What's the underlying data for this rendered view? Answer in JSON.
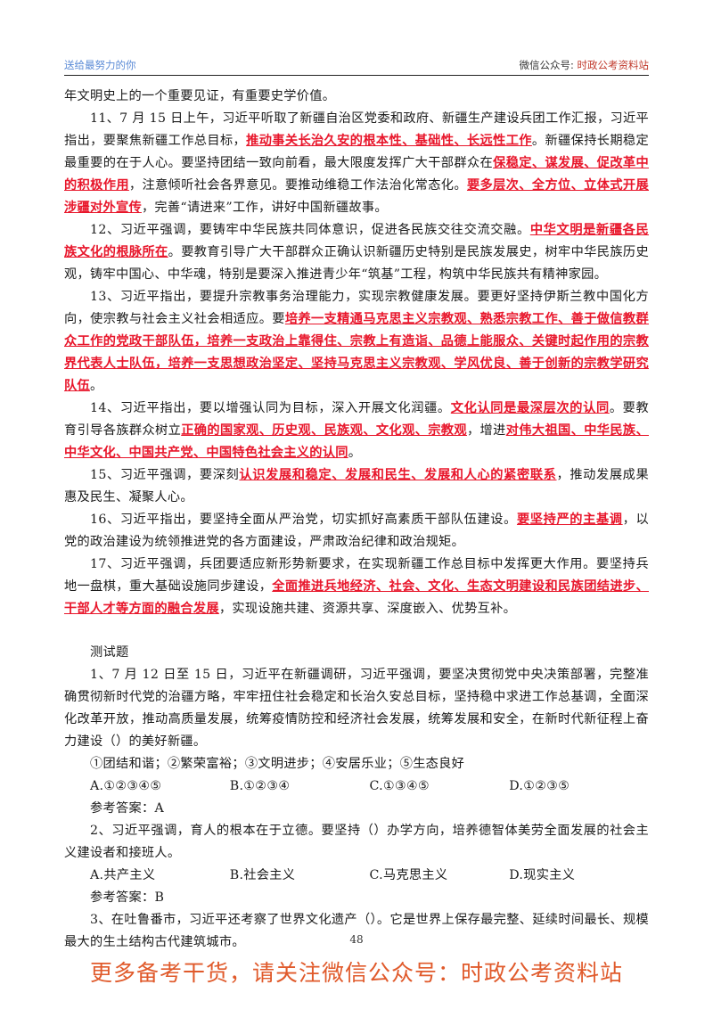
{
  "header": {
    "left": "送给最努力的你",
    "right_prefix": "微信公众号: ",
    "right_name": "时政公考资料站"
  },
  "paras": {
    "p0": "年文明史上的一个重要见证，有重要史学价值。",
    "p11": [
      "11、7 月 15 日上午，习近平听取了新疆自治区党委和政府、新疆生产建设兵团工作汇报，习近平指出，要聚焦新疆工作总目标，",
      "推动事关长治久安的根本性、基础性、长远性工作",
      "。新疆保持长期稳定最重要的在于人心。要坚持团结一致向前看，最大限度发挥广大干部群众在",
      "保稳定、谋发展、促改革中的积极作用",
      "，注意倾听社会各界意见。要推动维稳工作法治化常态化。",
      "要多层次、全方位、立体式开展涉疆对外宣传",
      "，完善“请进来”工作，讲好中国新疆故事。"
    ],
    "p12": [
      "12、习近平强调，要铸牢中华民族共同体意识，促进各民族交往交流交融。",
      "中华文明是新疆各民族文化的根脉所在",
      "。要教育引导广大干部群众正确认识新疆历史特别是民族发展史，树牢中华民族历史观，铸牢中国心、中华魂，特别是要深入推进青少年“筑基”工程，构筑中华民族共有精神家园。"
    ],
    "p13": [
      "13、习近平指出，要提升宗教事务治理能力，实现宗教健康发展。要更好坚持伊斯兰教中国化方向，使宗教与社会主义社会相适应。要",
      "培养一支精通马克思主义宗教观、熟悉宗教工作、善于做信教群众工作的党政干部队伍，培养一支政治上靠得住、宗教上有造诣、品德上能服众、关键时起作用的宗教界代表人士队伍，培养一支思想政治坚定、坚持马克思主义宗教观、学风优良、善于创新的宗教学研究队伍",
      "。"
    ],
    "p14": [
      "14、习近平指出，要以增强认同为目标，深入开展文化润疆。",
      "文化认同是最深层次的认同",
      "。要教育引导各族群众树立",
      "正确的国家观、历史观、民族观、文化观、宗教观",
      "，增进",
      "对伟大祖国、中华民族、中华文化、中国共产党、中国特色社会主义的认同",
      "。"
    ],
    "p15": [
      "15、习近平强调，要深刻",
      "认识发展和稳定、发展和民生、发展和人心的紧密联系",
      "，推动发展成果惠及民生、凝聚人心。"
    ],
    "p16": [
      "16、习近平指出，要坚持全面从严治党，切实抓好高素质干部队伍建设。",
      "要坚持严的主基调",
      "，以党的政治建设为统领推进党的各方面建设，严肃政治纪律和政治规矩。"
    ],
    "p17": [
      "17、习近平强调，兵团要适应新形势新要求，在实现新疆工作总目标中发挥更大作用。要坚持兵地一盘棋，重大基础设施同步建设，",
      "全面推进兵地经济、社会、文化、生态文明建设和民族团结进步、干部人才等方面的融合发展",
      "，实现设施共建、资源共享、深度嵌入、优势互补。"
    ]
  },
  "quiz": {
    "title": "测试题",
    "q1": "1、7 月 12 日至 15 日，习近平在新疆调研，习近平强调，要坚决贯彻党中央决策部署，完整准确贯彻新时代党的治疆方略，牢牢扭住社会稳定和长治久安总目标，坚持稳中求进工作总基调，全面深化改革开放，推动高质量发展，统筹疫情防控和经济社会发展，统筹发展和安全，在新时代新征程上奋力建设（）的美好新疆。",
    "q1_items": "①团结和谐；②繁荣富裕；③文明进步；④安居乐业；⑤生态良好",
    "q1_options": [
      "A.①②③④⑤",
      "B.①②③④",
      "C.①③④⑤",
      "D.①②③⑤"
    ],
    "q1_answer": "参考答案：A",
    "q2": "2、习近平强调，育人的根本在于立德。要坚持（）办学方向，培养德智体美劳全面发展的社会主义建设者和接班人。",
    "q2_options": [
      "A.共产主义",
      "B.社会主义",
      "C.马克思主义",
      "D.现实主义"
    ],
    "q2_answer": "参考答案：B",
    "q3": "3、在吐鲁番市，习近平还考察了世界文化遗产（）。它是世界上保存最完整、延续时间最长、规模最大的生土结构古代建筑城市。"
  },
  "page_number": "48",
  "footer": "更多备考干货，请关注微信公众号：时政公考资料站",
  "colors": {
    "highlight": "#e8162b",
    "footer": "#e05a2b",
    "header_left": "#5b8bd6"
  }
}
